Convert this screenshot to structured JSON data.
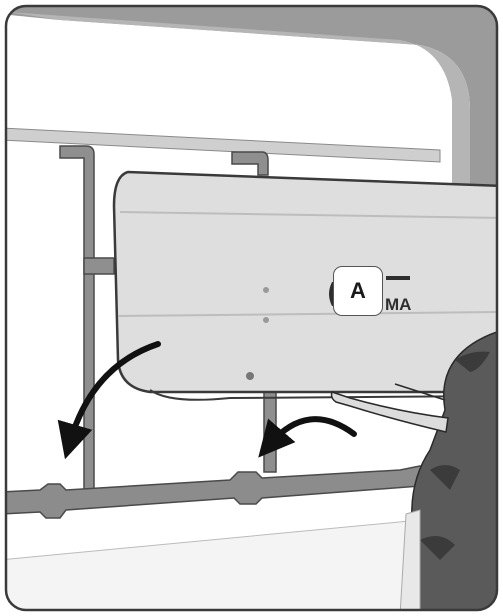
{
  "illustration": {
    "callout_label": "A",
    "logo_fragment": "MA",
    "colors": {
      "frame": "#3a3a3a",
      "background": "#ffffff",
      "ceiling": "#9a9a9a",
      "rail": "#c9c9c9",
      "pipe": "#8a8a8a",
      "tank": "#dcdcdc",
      "tank_outline": "#444444",
      "arrow": "#111111",
      "person": "#555555"
    },
    "icons": [
      "curved-arrow-down-left",
      "curved-arrow-down-left"
    ]
  }
}
